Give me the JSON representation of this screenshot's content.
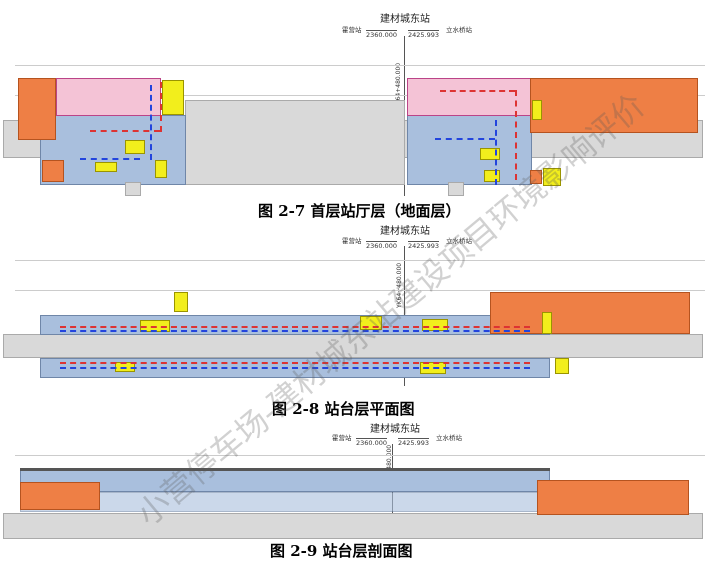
{
  "station_header": {
    "station_name": "建材城东站",
    "prev_station": "霍营站",
    "prev_distance": "2360.000",
    "next_distance": "2425.993",
    "next_station": "立水桥站",
    "chainage": "YK64+480.000"
  },
  "figures": [
    {
      "caption": "图 2-7  首层站厅层（地面层）"
    },
    {
      "caption": "图 2-8  站台层平面图"
    },
    {
      "caption": "图 2-9    站台层剖面图"
    }
  ],
  "watermark": "小营停车场-建材城东站建设项目环境影响评价",
  "colors": {
    "public_area": "#a9bfdd",
    "equipment_rooms": "#ee7f45",
    "management_rooms": "#f4c3d6",
    "stairs_escalators": "#f2ee1c",
    "tracks": "#d9d9d9"
  }
}
